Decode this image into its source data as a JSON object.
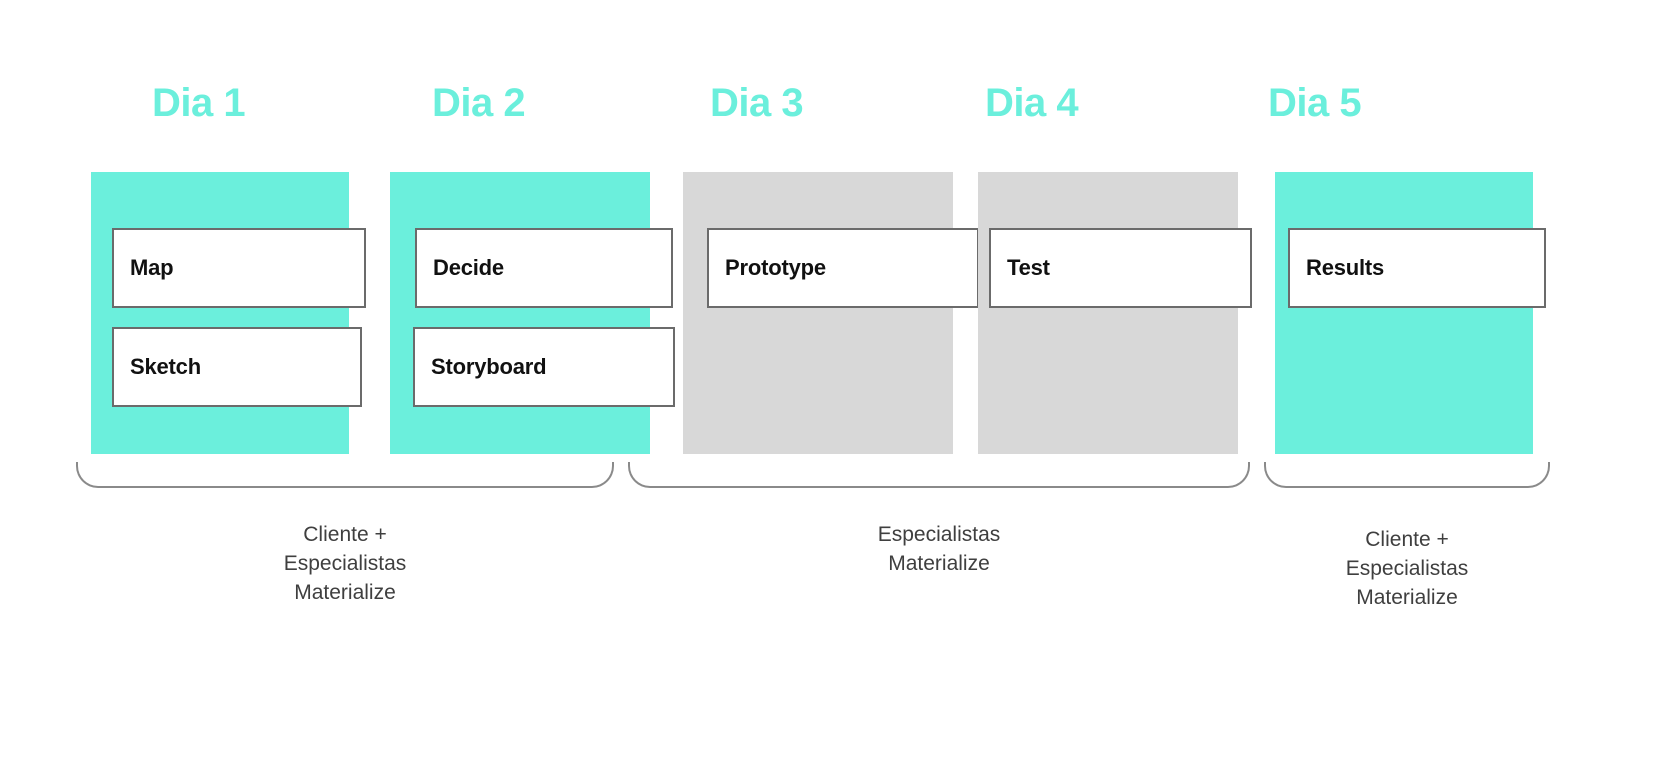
{
  "meta": {
    "accent_teal": "#6BEFDC",
    "panel_gray": "#D8D8D8",
    "card_border": "#6b6b6b",
    "caption_color": "#3f3f3f",
    "background": "#ffffff"
  },
  "days": [
    {
      "label": "Dia 1",
      "panel_color": "teal",
      "cards": [
        {
          "label": "Map"
        },
        {
          "label": "Sketch"
        }
      ]
    },
    {
      "label": "Dia 2",
      "panel_color": "teal",
      "cards": [
        {
          "label": "Decide"
        },
        {
          "label": "Storyboard"
        }
      ]
    },
    {
      "label": "Dia 3",
      "panel_color": "gray",
      "cards": [
        {
          "label": "Prototype"
        }
      ]
    },
    {
      "label": "Dia 4",
      "panel_color": "gray",
      "cards": [
        {
          "label": "Test"
        }
      ]
    },
    {
      "label": "Dia 5",
      "panel_color": "teal",
      "cards": [
        {
          "label": "Results"
        }
      ]
    }
  ],
  "groups": [
    {
      "caption": "Cliente +\nEspecialistas\nMaterialize",
      "covers": "Dia 1 - Dia 2"
    },
    {
      "caption": "Especialistas\nMaterialize",
      "covers": "Dia 3 - Dia 4"
    },
    {
      "caption": "Cliente +\nEspecialistas\nMaterialize",
      "covers": "Dia 5"
    }
  ]
}
